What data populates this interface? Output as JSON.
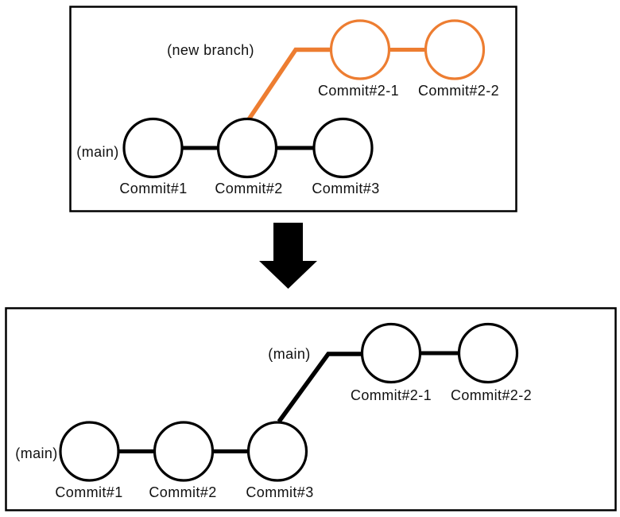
{
  "colors": {
    "branch_orange": "#ED7D31",
    "line_black": "#000000"
  },
  "before": {
    "new_branch_label": "(new branch)",
    "main_label": "(main)",
    "main_commits": [
      "Commit#1",
      "Commit#2",
      "Commit#3"
    ],
    "branch_commits": [
      "Commit#2-1",
      "Commit#2-2"
    ]
  },
  "after": {
    "main_label_left": "(main)",
    "main_label_branch": "(main)",
    "main_commits": [
      "Commit#1",
      "Commit#2",
      "Commit#3"
    ],
    "branch_commits": [
      "Commit#2-1",
      "Commit#2-2"
    ]
  }
}
